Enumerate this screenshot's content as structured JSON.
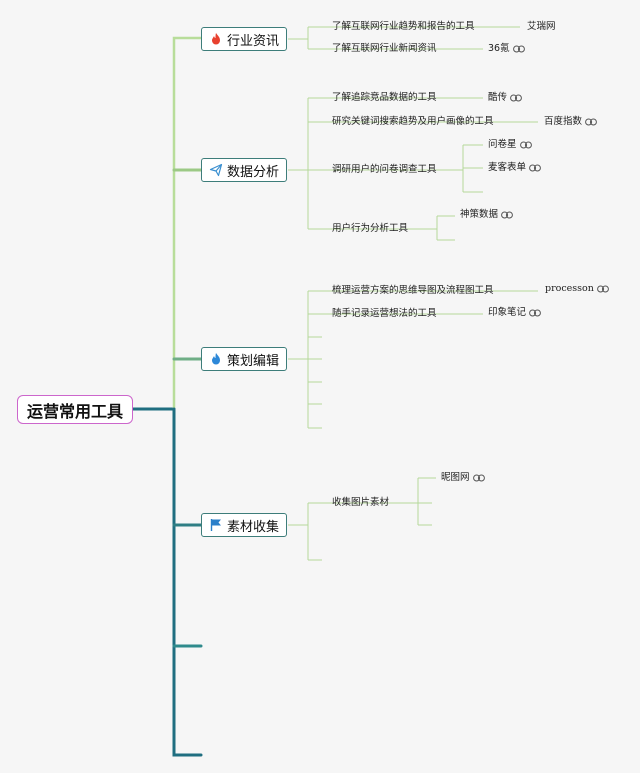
{
  "root": {
    "label": "运营常用工具"
  },
  "categories": [
    {
      "label": "行业资讯",
      "icon": "fire-red-icon",
      "items": [
        {
          "label": "了解互联网行业趋势和报告的工具",
          "tools": [
            {
              "label": "艾瑞网",
              "link": false
            }
          ]
        },
        {
          "label": "了解互联网行业新闻资讯",
          "tools": [
            {
              "label": "36氪",
              "link": true
            }
          ]
        }
      ]
    },
    {
      "label": "数据分析",
      "icon": "paper-plane-icon",
      "items": [
        {
          "label": "了解追踪竞品数据的工具",
          "tools": [
            {
              "label": "酷传",
              "link": true
            }
          ]
        },
        {
          "label": "研究关键词搜索趋势及用户画像的工具",
          "tools": [
            {
              "label": "百度指数",
              "link": true
            }
          ]
        },
        {
          "label": "调研用户的问卷调查工具",
          "tools": [
            {
              "label": "问卷星",
              "link": true
            },
            {
              "label": "麦客表单",
              "link": true
            }
          ]
        },
        {
          "label": "用户行为分析工具",
          "tools": [
            {
              "label": "神策数据",
              "link": true
            }
          ]
        }
      ]
    },
    {
      "label": "策划编辑",
      "icon": "fire-blue-icon",
      "items": [
        {
          "label": "梳理运营方案的思维导图及流程图工具",
          "tools": [
            {
              "label": "processon",
              "link": true
            }
          ]
        },
        {
          "label": "随手记录运营想法的工具",
          "tools": [
            {
              "label": "印象笔记",
              "link": true
            }
          ]
        }
      ]
    },
    {
      "label": "素材收集",
      "icon": "flag-icon",
      "items": [
        {
          "label": "收集图片素材",
          "tools": [
            {
              "label": "昵图网",
              "link": true
            }
          ]
        }
      ]
    }
  ],
  "colors": {
    "root_border": "#cc66cc",
    "trunk": "#1f6e80",
    "branch_light": "#a8d98a",
    "branch_mid": "#8fbe7c",
    "branch_teal": "#4d9a86",
    "node_border": "#3d7d7a",
    "leaf_line": "#b5d89a"
  }
}
